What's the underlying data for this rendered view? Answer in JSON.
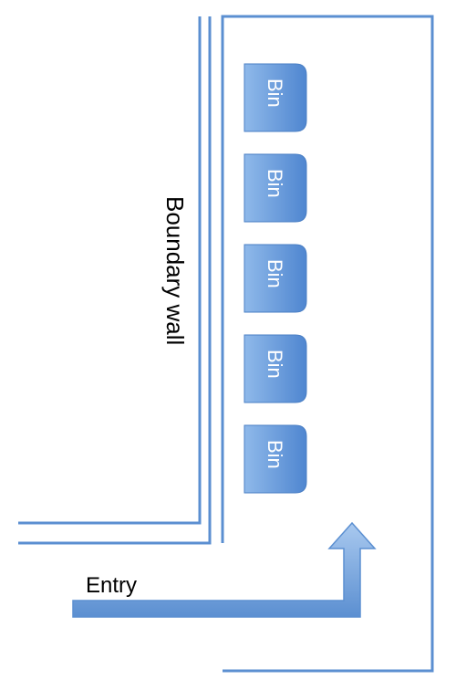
{
  "labels": {
    "boundary_wall": "Boundary wall",
    "entry": "Entry"
  },
  "bins": [
    {
      "label": "Bin"
    },
    {
      "label": "Bin"
    },
    {
      "label": "Bin"
    },
    {
      "label": "Bin"
    },
    {
      "label": "Bin"
    }
  ],
  "colors": {
    "wall": "#5b8fd1",
    "bin_light": "#8fb9ea",
    "bin_dark": "#4f86d0",
    "text": "#000000"
  }
}
